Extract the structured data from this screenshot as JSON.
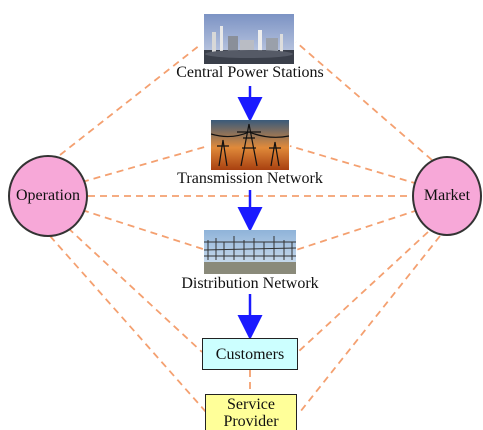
{
  "nodes": {
    "central": {
      "label": "Central Power Stations"
    },
    "transmission": {
      "label": "Transmission Network"
    },
    "distribution": {
      "label": "Distribution Network"
    },
    "customers": {
      "label": "Customers"
    },
    "service_provider": {
      "label_line1": "Service",
      "label_line2": "Provider"
    },
    "operation": {
      "label": "Operation"
    },
    "market": {
      "label": "Market"
    }
  },
  "colors": {
    "dashed_link": "#f4a070",
    "flow_arrow": "#1a1aff",
    "circle_fill": "#f7a8d8",
    "customers_fill": "#ccffff",
    "service_fill": "#ffff99"
  },
  "icons": {
    "central": "power-station-photo",
    "transmission": "transmission-tower-sunset-photo",
    "distribution": "distribution-substation-photo"
  }
}
